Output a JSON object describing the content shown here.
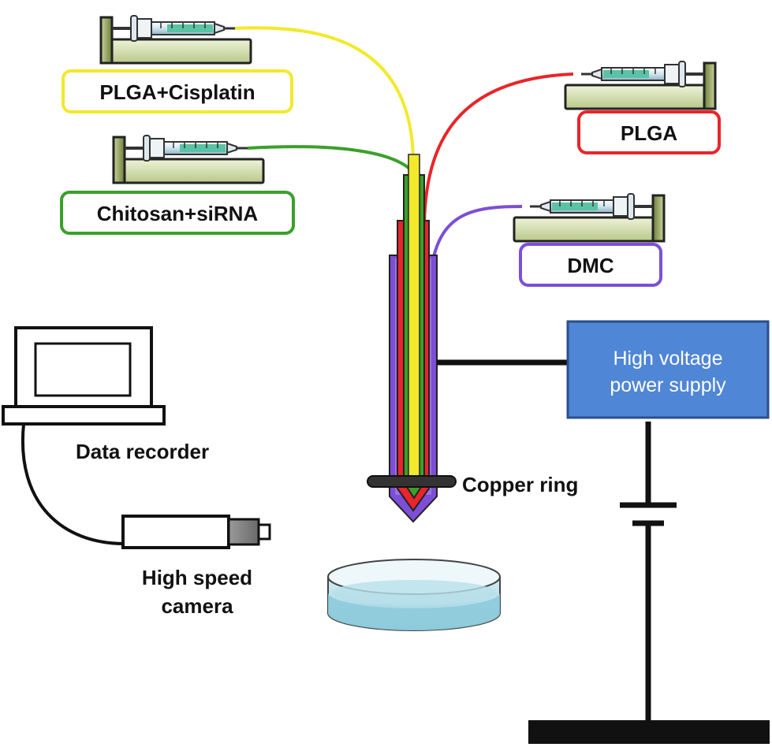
{
  "labels": {
    "plga_cisplatin": "PLGA+Cisplatin",
    "chitosan_sirna": "Chitosan+siRNA",
    "plga": "PLGA",
    "dmc": "DMC",
    "copper_ring": "Copper ring",
    "data_recorder": "Data recorder",
    "high_speed_line1": "High speed",
    "high_speed_line2": "camera",
    "hv_line1": "High voltage",
    "hv_line2": "power supply"
  },
  "colors": {
    "yellow": "#f2e92c",
    "green": "#3aa02a",
    "red": "#e8252a",
    "purple": "#7c4fd6",
    "hv_box": "#4f86d6",
    "syringe_base": "#d7e3b5",
    "syringe_frame": "#6b7a3a",
    "dish_water": "#a9d9e4"
  }
}
